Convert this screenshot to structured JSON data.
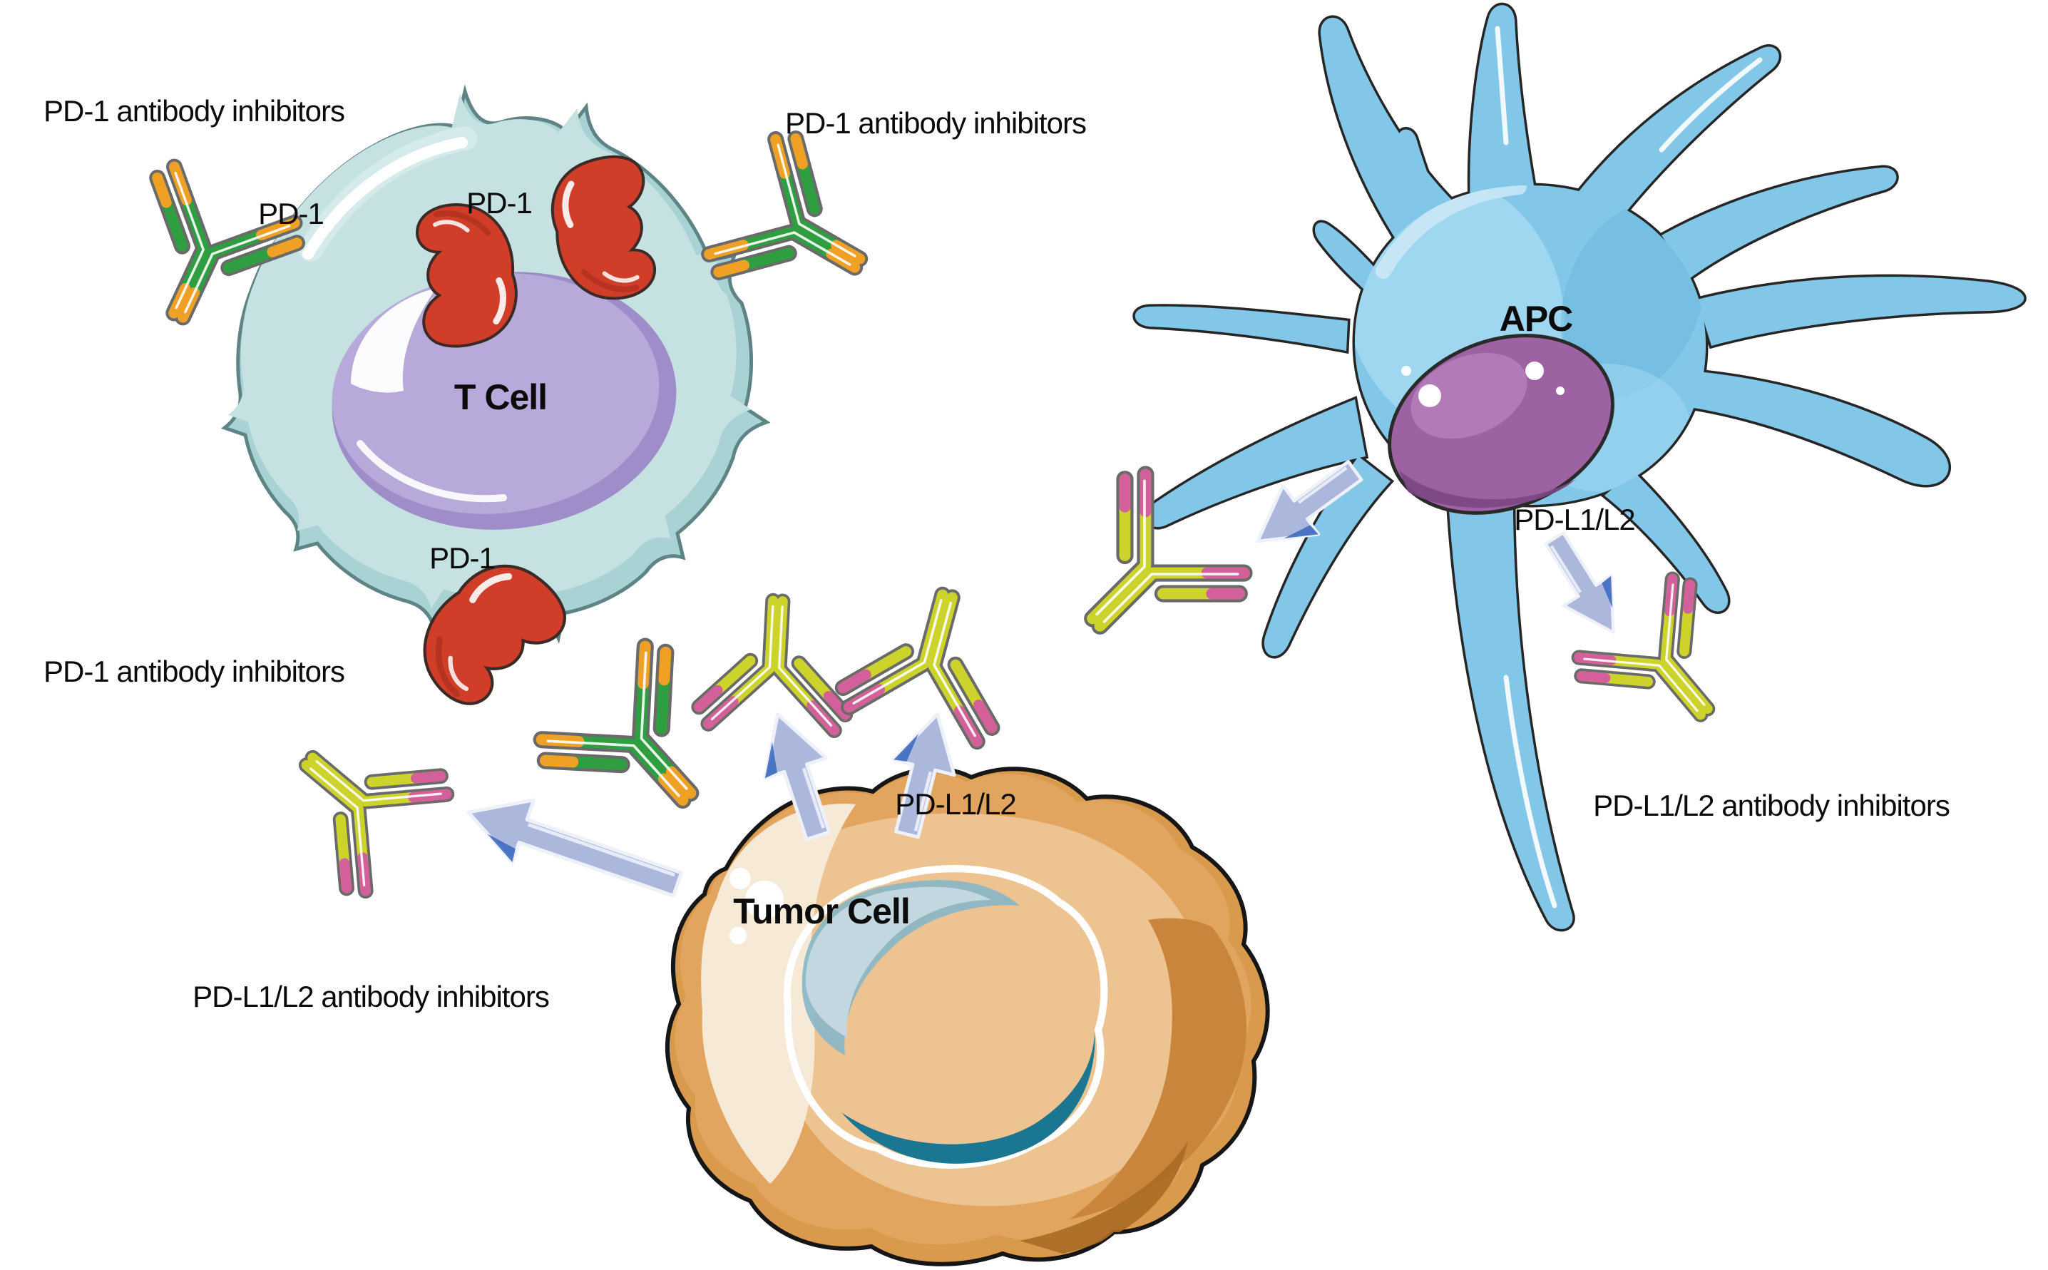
{
  "diagram": {
    "background": "#ffffff",
    "cells": {
      "t_cell": {
        "name": "T Cell",
        "surface_molecule": "PD-1"
      },
      "apc": {
        "name": "APC",
        "surface_molecule": "PD-L1/L2"
      },
      "tumor_cell": {
        "name": "Tumor Cell",
        "surface_molecule": "PD-L1/L2"
      }
    },
    "labels": {
      "pd1_inhibitor": "PD-1 antibody inhibitors",
      "pdl1_inhibitor": "PD-L1/L2 antibody inhibitors",
      "pd1": "PD-1",
      "pdl1": "PD-L1/L2",
      "t_cell": "T Cell",
      "apc": "APC",
      "tumor_cell": "Tumor Cell"
    },
    "colors": {
      "t_cell_body": "#c5e1e1",
      "t_cell_shade": "#a9d2d5",
      "t_cell_outline": "#5f8486",
      "t_nucleus": "#b7a9da",
      "t_nucleus_shade": "#9e8dc8",
      "apc_body": "#82c7e8",
      "apc_nucleus": "#9c62a2",
      "tumor_rim": "#d99a4e",
      "tumor_body": "#e2a55f",
      "tumor_inner": "#edc491",
      "tumor_cream": "#f6ead6",
      "tumor_shadow": "#c9853c",
      "tumor_nucleus": "#2a92ae",
      "tumor_nucleus_dark": "#1b7691",
      "receptor_red": "#d03e2a",
      "antibody_green": "#2f9e41",
      "antibody_orange": "#f0a125",
      "antibody_yellow": "#ccd32b",
      "antibody_pink": "#d4609b",
      "arrow_blue": "#abb8dc",
      "arrow_accent": "#3e6cc0",
      "text": "#0b0b0b"
    }
  }
}
